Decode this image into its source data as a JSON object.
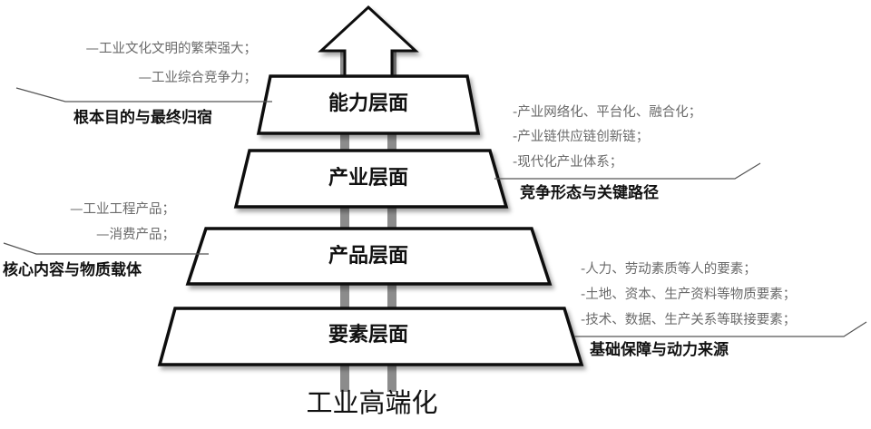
{
  "diagram": {
    "title": "工业高端化",
    "layers": [
      {
        "label": "能力层面"
      },
      {
        "label": "产业层面"
      },
      {
        "label": "产品层面"
      },
      {
        "label": "要素层面"
      }
    ],
    "annotations": {
      "capability": {
        "lines": [
          "—工业文化文明的繁荣强大；",
          "—工业综合竞争力；"
        ],
        "heading": "根本目的与最终归宿"
      },
      "industry": {
        "lines": [
          "-产业网络化、平台化、融合化；",
          "-产业链供应链创新链；",
          "-现代化产业体系；"
        ],
        "heading": "竞争形态与关键路径"
      },
      "product": {
        "lines": [
          "—工业工程产品；",
          "—消费产品；"
        ],
        "heading": "核心内容与物质载体"
      },
      "factor": {
        "lines": [
          "-人力、劳动素质等人的要素；",
          "-土地、资本、生产资料等物质要素；",
          "-技术、数据、生产关系等联接要素；"
        ],
        "heading": "基础保障与动力来源"
      }
    }
  }
}
